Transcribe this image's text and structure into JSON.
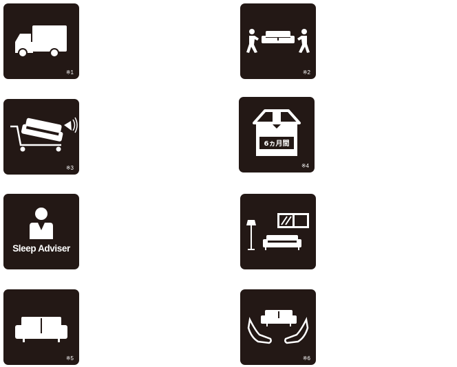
{
  "tiles": [
    {
      "icon": "delivery-truck-icon",
      "note": "※1"
    },
    {
      "icon": "two-people-carrying-sofa-icon",
      "note": "※2"
    },
    {
      "icon": "sofa-on-cart-icon",
      "note": "※3"
    },
    {
      "icon": "storage-box-icon",
      "note": "※4",
      "box_label": "6ヵ月間"
    },
    {
      "icon": "sleep-adviser-icon",
      "label": "Sleep Adviser"
    },
    {
      "icon": "room-coordination-icon"
    },
    {
      "icon": "sofa-icon",
      "note": "※5"
    },
    {
      "icon": "hands-holding-sofa-icon",
      "note": "※6"
    }
  ],
  "colors": {
    "tile_bg": "#231815",
    "icon": "#ffffff"
  }
}
